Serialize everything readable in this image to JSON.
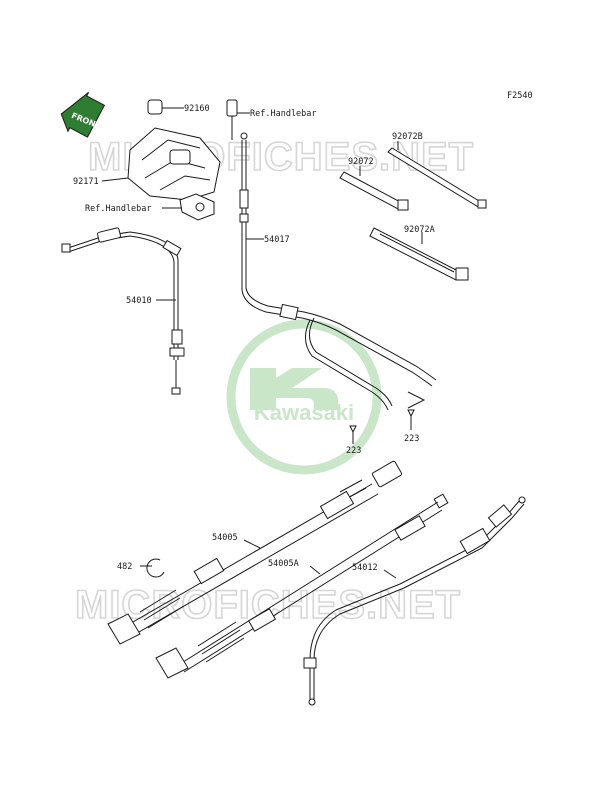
{
  "figure_code": "F2540",
  "front_label": "FRONT",
  "watermark": {
    "text": "MICROFICHES.NET",
    "logo_text": "Kawasaki"
  },
  "colors": {
    "watermark_green": "#c9e6c9",
    "line": "#1a1a1a",
    "watermark_gray": "#d6d6d6"
  },
  "labels": {
    "p92160": "92160",
    "ref_handlebar_top": "Ref.Handlebar",
    "p92171": "92171",
    "ref_handlebar_left": "Ref.Handlebar",
    "p92072B": "92072B",
    "p92072": "92072",
    "p92072A": "92072A",
    "p54017": "54017",
    "p54010": "54010",
    "p223_left": "223",
    "p223_right": "223",
    "p54005": "54005",
    "p54005A": "54005A",
    "p54012": "54012",
    "p482": "482"
  }
}
